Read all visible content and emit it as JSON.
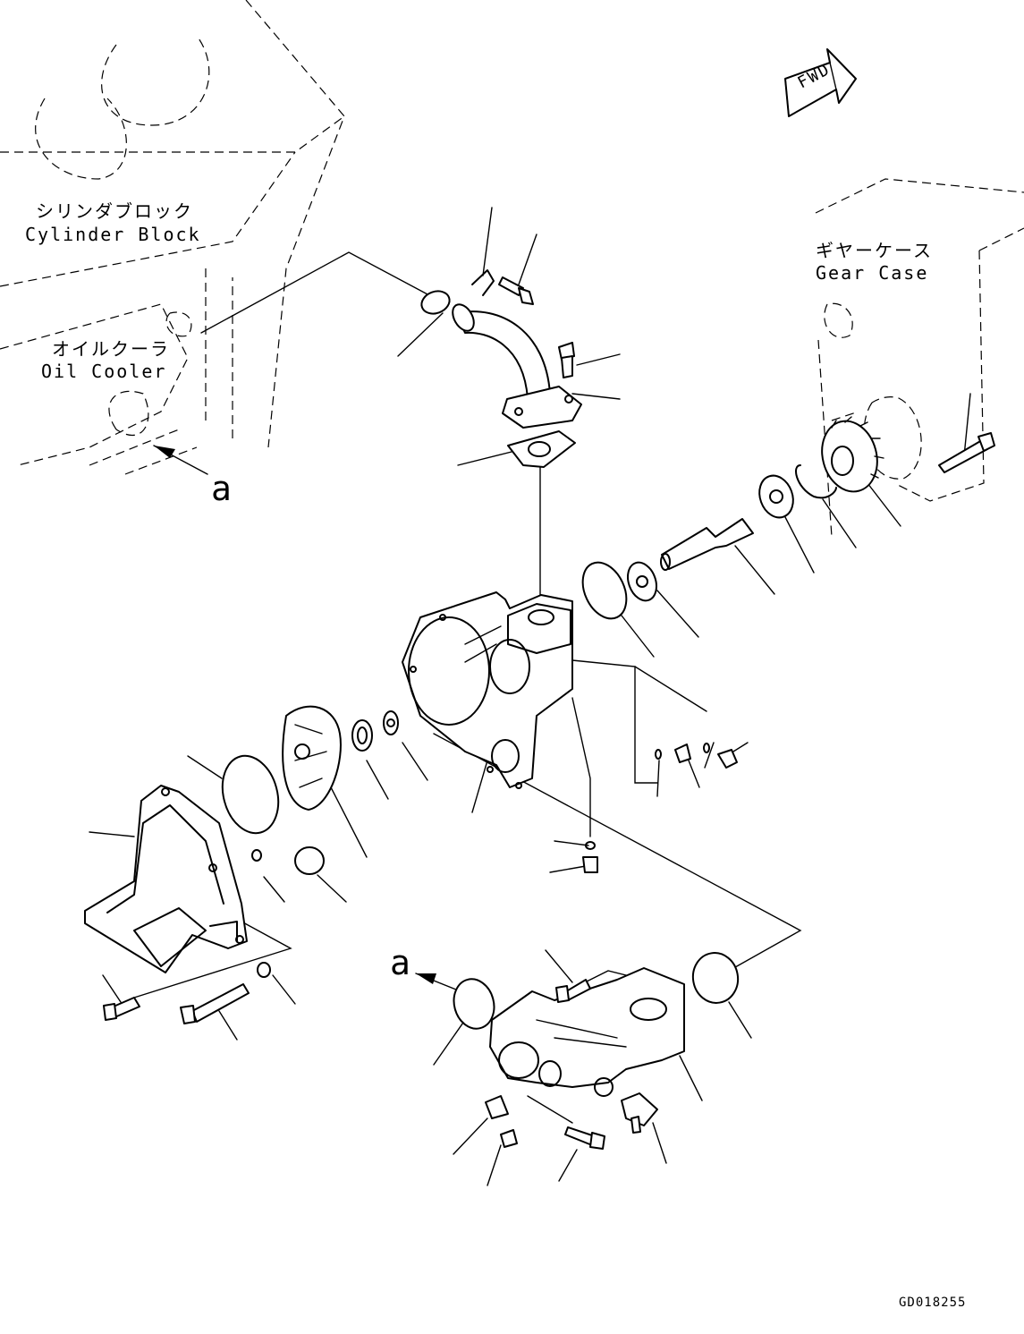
{
  "labels": {
    "cylinder_block_jp": "シリンダブロック",
    "cylinder_block_en": "Cylinder Block",
    "oil_cooler_jp": "オイルクーラ",
    "oil_cooler_en": "Oil Cooler",
    "gear_case_jp": "ギヤーケース",
    "gear_case_en": "Gear Case",
    "fwd": "FWD",
    "callout_a": "a",
    "drawing_code": "GD018255"
  }
}
